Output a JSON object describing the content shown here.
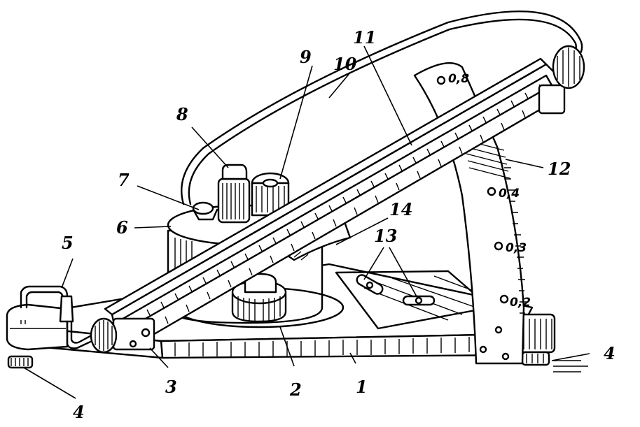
{
  "labels": {
    "l1": "1",
    "l2": "2",
    "l3": "3",
    "l4a": "4",
    "l4b": "4",
    "l5": "5",
    "l6": "6",
    "l7": "7",
    "l8": "8",
    "l9": "9",
    "l10": "10",
    "l11": "11",
    "l12": "12",
    "l13": "13",
    "l14": "14"
  },
  "scale": {
    "s08": "0,8",
    "s04": "0,4",
    "s03": "0,3",
    "s02": "0,2"
  },
  "colors": {
    "ink": "#000000",
    "paper": "#ffffff"
  }
}
